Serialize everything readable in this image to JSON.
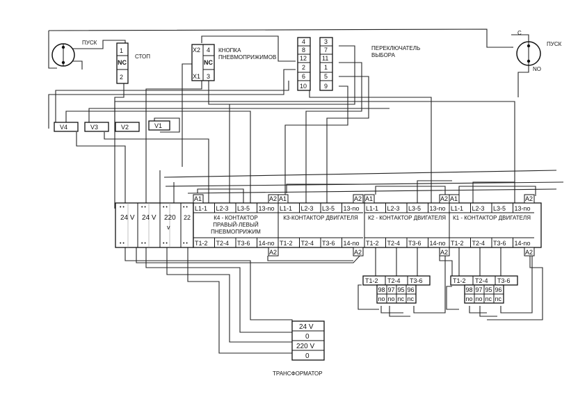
{
  "labels": {
    "pusk_left": "ПУСК",
    "stop": "СТОП",
    "knopka": [
      "КНОПКА",
      "ПНЕВМОПРИЖИМОВ"
    ],
    "pereklyuchatel": [
      "ПЕРЕКЛЮЧАТЕЛЬ",
      "ВЫБОРА"
    ],
    "pusk_right": "ПУСК",
    "c": "C",
    "no": "NO",
    "transformer": "ТРАНСФОРМАТОР"
  },
  "stop_switch": {
    "top": "1",
    "mid": "NC",
    "bottom": "2"
  },
  "pneumo_button": {
    "x2": "X2",
    "x1": "X1",
    "top": "4",
    "mid": "NC",
    "bottom": "3"
  },
  "selector": {
    "left": [
      "4",
      "8",
      "12",
      "2",
      "6",
      "10"
    ],
    "right": [
      "3",
      "7",
      "11",
      "1",
      "5",
      "9"
    ]
  },
  "valves": [
    "V4",
    "V3",
    "V2",
    "V1"
  ],
  "terminals": {
    "dots": [
      "• •",
      "• •",
      "• •",
      "• •",
      "• •"
    ],
    "labels": [
      "24 V",
      "24 V",
      "220",
      "v",
      "22"
    ]
  },
  "contactors": [
    {
      "top": [
        "L1-1",
        "L2-3",
        "L3-5",
        "13-no"
      ],
      "bottom": [
        "T1-2",
        "T2-4",
        "T3-6",
        "14-no"
      ],
      "name": [
        "К4 - КОНТАКТОР",
        "ПРАВЫЙ-ЛЕВЫЙ",
        "ПНЕВМОПРИЖИМ"
      ],
      "a1": "A1",
      "a2": "A2"
    },
    {
      "top": [
        "L1-1",
        "L2-3",
        "L3-5",
        "13-no"
      ],
      "bottom": [
        "T1-2",
        "T2-4",
        "T3-6",
        "14-no"
      ],
      "name": [
        "К3-КОНТАКТОР ДВИГАТЕЛЯ"
      ],
      "a1": "A1",
      "a2": "A2"
    },
    {
      "top": [
        "L1-1",
        "L2-3",
        "L3-5",
        "13-no"
      ],
      "bottom": [
        "T1-2",
        "T2-4",
        "T3-6",
        "14-no"
      ],
      "name": [
        "К2 - КОНТАКТОР ДВИГАТЕЛЯ"
      ],
      "a1": "A1",
      "a2": "A2"
    },
    {
      "top": [
        "L1-1",
        "L2-3",
        "L3-5",
        "13-no"
      ],
      "bottom": [
        "T1-2",
        "T2-4",
        "T3-6",
        "14-no"
      ],
      "name": [
        "К1 - КОНТАКТОР ДВИГАТЕЛЯ"
      ],
      "a1": "A1",
      "a2": "A2"
    }
  ],
  "relays": [
    {
      "top": [
        "T1-2",
        "T2-4",
        "T3-6"
      ],
      "nums": [
        "98",
        "97",
        "95",
        "96"
      ],
      "states": [
        "no",
        "no",
        "nc",
        "nc"
      ]
    },
    {
      "top": [
        "T1-2",
        "T2-4",
        "T3-6"
      ],
      "nums": [
        "98",
        "97",
        "95",
        "96"
      ],
      "states": [
        "no",
        "no",
        "nc",
        "nc"
      ]
    }
  ],
  "transformer_rows": [
    "24 V",
    "0",
    "220 V",
    "0"
  ]
}
